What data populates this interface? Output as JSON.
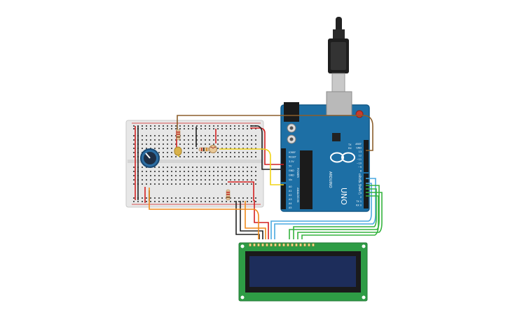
{
  "arduino": {
    "brand": "ARDUINO",
    "model": "UNO",
    "power_header": "POWER",
    "analog_header": "ANALOG IN",
    "digital_header": "DIGITAL (PWM~)",
    "tx_label": "TX",
    "rx_label": "RX",
    "power_pins": [
      "IOREF",
      "RESET",
      "3.3V",
      "5V",
      "GND",
      "GND",
      "Vin"
    ],
    "analog_pins": [
      "A0",
      "A1",
      "A2",
      "A3",
      "A4",
      "A5"
    ],
    "digital_pins_top": [
      "AREF",
      "GND",
      "13",
      "12",
      "~11",
      "~10",
      "~9",
      "8"
    ],
    "digital_pins_bottom": [
      "7",
      "~6",
      "~5",
      "4",
      "~3",
      "2",
      "TX 1",
      "RX 0"
    ]
  },
  "colors": {
    "board_blue": "#1d6fa5",
    "board_dark": "#155a88",
    "lcd_green": "#2e9c45",
    "lcd_screen": "#1d2d5b",
    "breadboard": "#e7e7e7",
    "wire_red": "#d32020",
    "wire_black": "#222222",
    "wire_yellow": "#f1d316",
    "wire_orange": "#f08a1c",
    "wire_green": "#35b33e",
    "wire_blue": "#4aa9e0",
    "wire_brown": "#8b5e2b"
  },
  "components": [
    "usb-cable",
    "arduino-uno",
    "breadboard",
    "potentiometer",
    "led",
    "resistor",
    "photoresistor",
    "lcd-16x2"
  ]
}
